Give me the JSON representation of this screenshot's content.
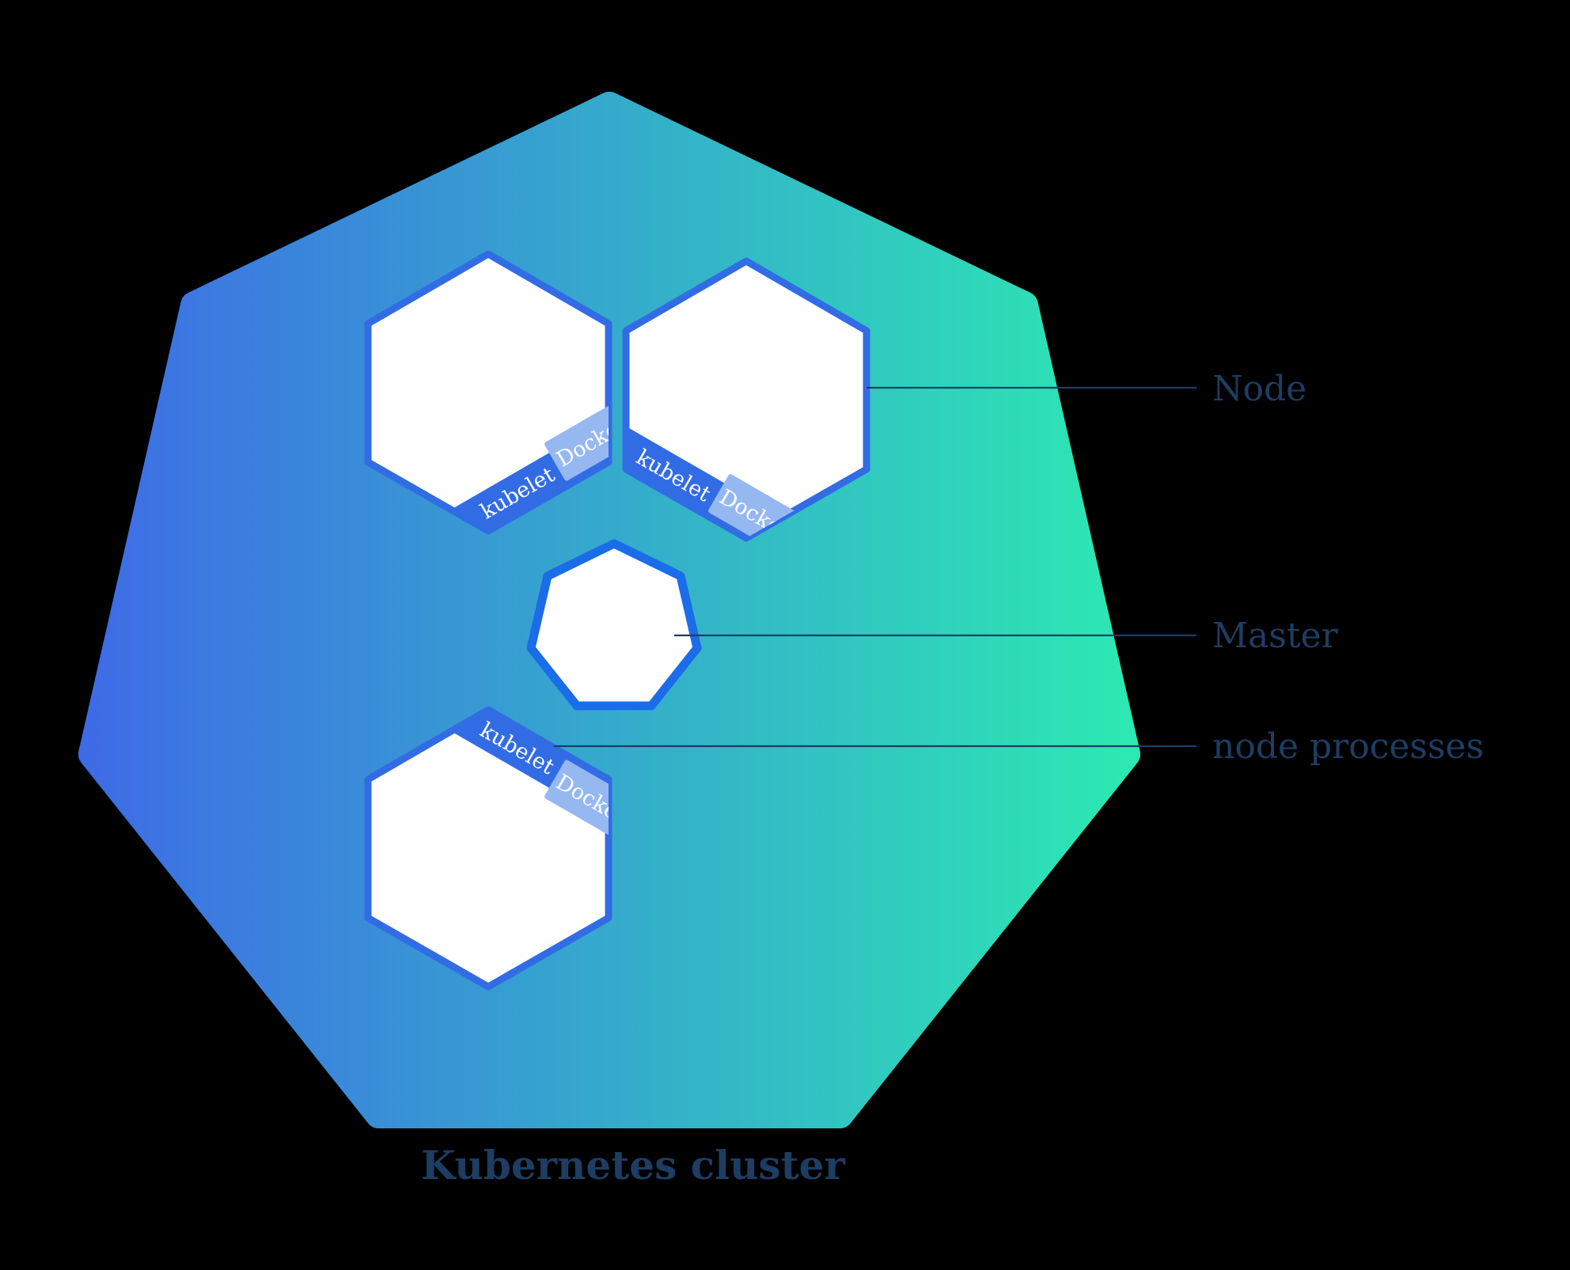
{
  "labels": {
    "node": "Node",
    "master": "Master",
    "node_processes": "node processes",
    "cluster": "Kubernetes cluster"
  },
  "ribbon": {
    "kubelet": "kubelet",
    "docker": "Docker"
  },
  "colors": {
    "background": "#000000",
    "gradient_left": "#3e6ce6",
    "gradient_right": "#2ce8b2",
    "hexagon_border": "#326ce5",
    "hexagon_fill": "#ffffff",
    "ribbon_blue": "#326ce5",
    "docker_tag": "#95b8f1",
    "ribbon_text": "#ffffff",
    "label_text": "#1e3d62",
    "callout_line": "#1e3d62",
    "master_border": "#1a6ce8",
    "master_fill": "#ffffff"
  }
}
